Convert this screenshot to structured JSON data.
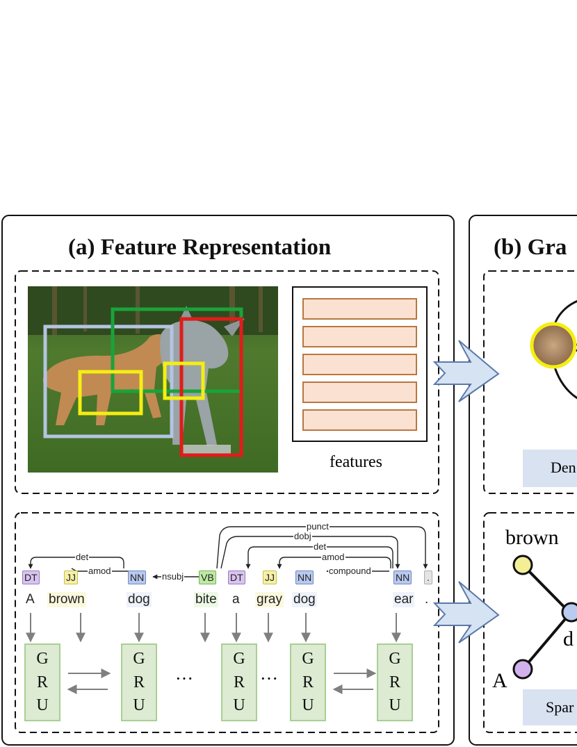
{
  "panel_a": {
    "title": "(a) Feature Representation",
    "features_label": "features"
  },
  "panel_b": {
    "title": "(b) Gra",
    "dense_label": "Den",
    "sparse_label": "Spar",
    "node_brown": "brown",
    "node_d": "d",
    "node_a": "A"
  },
  "parse": {
    "tokens": [
      {
        "tag": "DT",
        "word": "A"
      },
      {
        "tag": "JJ",
        "word": "brown"
      },
      {
        "tag": "NN",
        "word": "dog"
      },
      {
        "tag": "VB",
        "word": "bite"
      },
      {
        "tag": "DT",
        "word": "a"
      },
      {
        "tag": "JJ",
        "word": "gray"
      },
      {
        "tag": "NN",
        "word": "dog"
      },
      {
        "tag": "NN",
        "word": "ear"
      },
      {
        "tag": ".",
        "word": "."
      }
    ],
    "relations": [
      "det",
      "amod",
      "nsubj",
      "punct",
      "dobj",
      "det",
      "amod",
      "compound"
    ]
  },
  "gru": {
    "letters": [
      "G",
      "R",
      "U"
    ],
    "ellipsis": "···"
  },
  "colors": {
    "tag_dt": "#d9c4ee",
    "tag_jj": "#f5f0a8",
    "tag_nn": "#b9c9ee",
    "tag_vb": "#bfe8a5",
    "gru_fill": "#dcebd2",
    "feature_fill": "#fbe1d2",
    "feature_stroke": "#b8773f",
    "arrow_fill": "#d6e3f3",
    "box_blue": "#b4c4e2",
    "box_green": "#1aa33a",
    "box_red": "#e11b1b",
    "box_yellow": "#f4ee12"
  }
}
